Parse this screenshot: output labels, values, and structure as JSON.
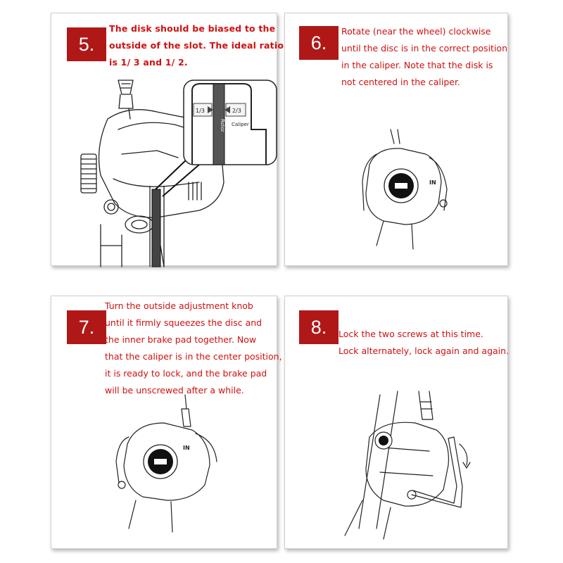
{
  "steps": [
    {
      "number": "5.",
      "lines": [
        "The disk should be biased to the",
        "outside of the slot. The ideal ratio",
        "is 1/ 3 and 1/ 2."
      ],
      "labels": {
        "left_ratio": "1/3",
        "right_ratio": "2/3",
        "rotor": "Rotor",
        "caliper": "Caliper"
      }
    },
    {
      "number": "6.",
      "lines": [
        "Rotate (near the wheel) clockwise",
        "until the disc is in the correct position",
        "in the caliper. Note that the disk is",
        "not centered in the caliper."
      ],
      "labels": {
        "in": "IN"
      }
    },
    {
      "number": "7.",
      "lines": [
        "Turn the outside adjustment knob",
        "until it firmly squeezes the disc and",
        "the inner brake pad together. Now",
        "that the caliper is in the center position,",
        "it is ready to lock, and the brake pad",
        "will be unscrewed after a while."
      ],
      "labels": {
        "in": "IN"
      }
    },
    {
      "number": "8.",
      "lines": [
        "Lock the two screws at this time.",
        "Lock alternately, lock again and again."
      ]
    }
  ],
  "colors": {
    "badge": "#b01818",
    "text": "#d01010",
    "line_art": "#222222"
  }
}
